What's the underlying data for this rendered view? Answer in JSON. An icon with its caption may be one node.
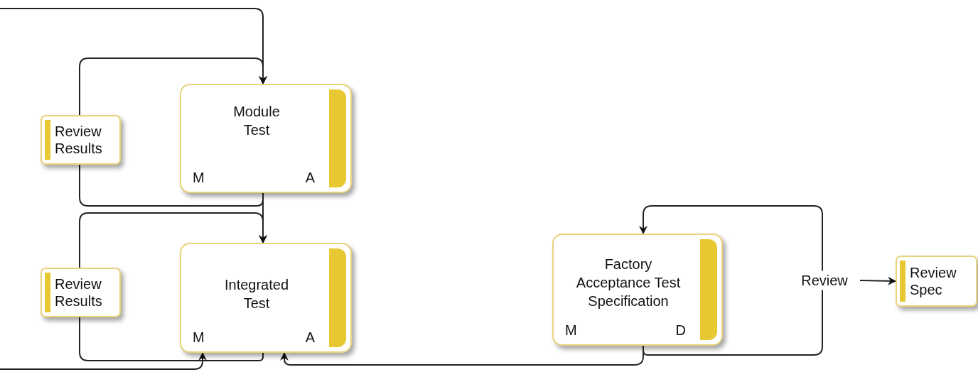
{
  "diagram": {
    "nodes": [
      {
        "text": [
          "Review Results"
        ]
      },
      {
        "text": [
          "Module Test",
          "M",
          "A"
        ]
      },
      {
        "text": [
          "Review Results"
        ]
      },
      {
        "text": [
          "Integrated Test",
          "M",
          "A"
        ]
      },
      {
        "text": [
          "Factory Acceptance Test Specification",
          "M",
          "D"
        ]
      },
      {
        "text": [
          "Review Spec"
        ]
      }
    ],
    "edges": [
      {
        "from": null,
        "to": 1,
        "arrow": "to"
      },
      {
        "from": 1,
        "to": 0,
        "arrow": "none"
      },
      {
        "from": 0,
        "to": 1,
        "arrow": "to"
      },
      {
        "from": 1,
        "to": 3,
        "arrow": "to"
      },
      {
        "from": 3,
        "to": 2,
        "arrow": "none"
      },
      {
        "from": 2,
        "to": 3,
        "arrow": "to"
      },
      {
        "from": 4,
        "to": 3,
        "arrow": "to"
      },
      {
        "from": null,
        "to": 3,
        "arrow": "to"
      },
      {
        "from": 4,
        "to": 4,
        "arrow": "to",
        "label": "Review"
      },
      {
        "from": null,
        "to": 5,
        "arrow": "to"
      }
    ]
  }
}
